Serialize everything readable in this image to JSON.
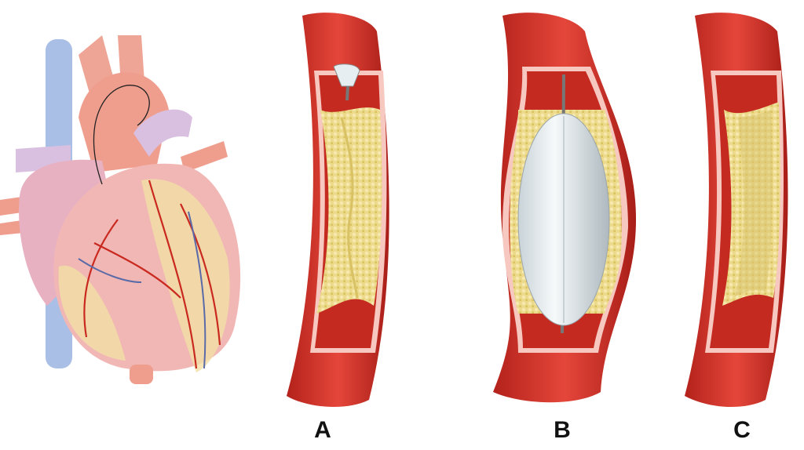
{
  "panels": [
    {
      "label": "A"
    },
    {
      "label": "B"
    },
    {
      "label": "C"
    }
  ],
  "colors": {
    "artery_red": "#d8372a",
    "artery_dark": "#a81e18",
    "vessel_wall": "#f6c8c0",
    "plaque": "#e9d77a",
    "balloon": "#e4ecef",
    "heart_pink": "#f1b7b5",
    "vein_blue": "#a9bfe6"
  }
}
